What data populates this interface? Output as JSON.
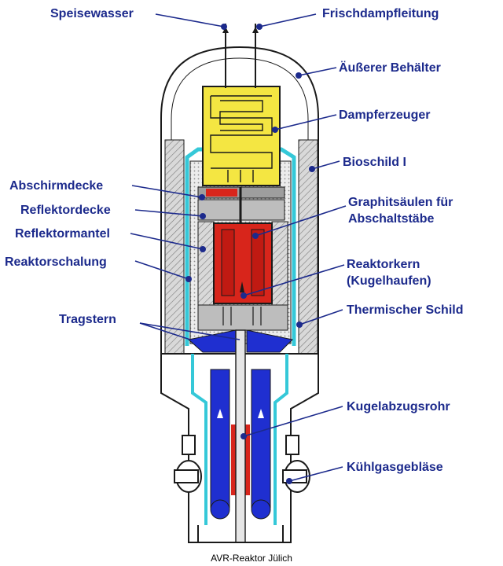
{
  "labels": {
    "speisewasser": "Speisewasser",
    "frischdampfleitung": "Frischdampfleitung",
    "aeusserer_behaelter": "Äußerer Behälter",
    "dampferzeuger": "Dampferzeuger",
    "bioschild": "Bioschild I",
    "abschirmdecke": "Abschirmdecke",
    "reflektordecke": "Reflektordecke",
    "graphitsaeulen_1": "Graphitsäulen für",
    "graphitsaeulen_2": "Abschaltstäbe",
    "reflektormantel": "Reflektormantel",
    "reaktorschalung": "Reaktorschalung",
    "reaktorkern_1": "Reaktorkern",
    "reaktorkern_2": "(Kugelhaufen)",
    "tragstern": "Tragstern",
    "thermischer_schild": "Thermischer Schild",
    "kugelabzugsrohr": "Kugelabzugsrohr",
    "kuehlgasgeblaese": "Kühlgasgebläse"
  },
  "caption": "AVR-Reaktor Jülich",
  "colors": {
    "label_text": "#1c2a8c",
    "steam_generator": "#f4e642",
    "core": "#d8251b",
    "coolant_channel": "#1f2fd0",
    "cyan_liner": "#35c8d8",
    "shield_gray": "#c8c8c8",
    "outline": "#1a1a1a"
  }
}
